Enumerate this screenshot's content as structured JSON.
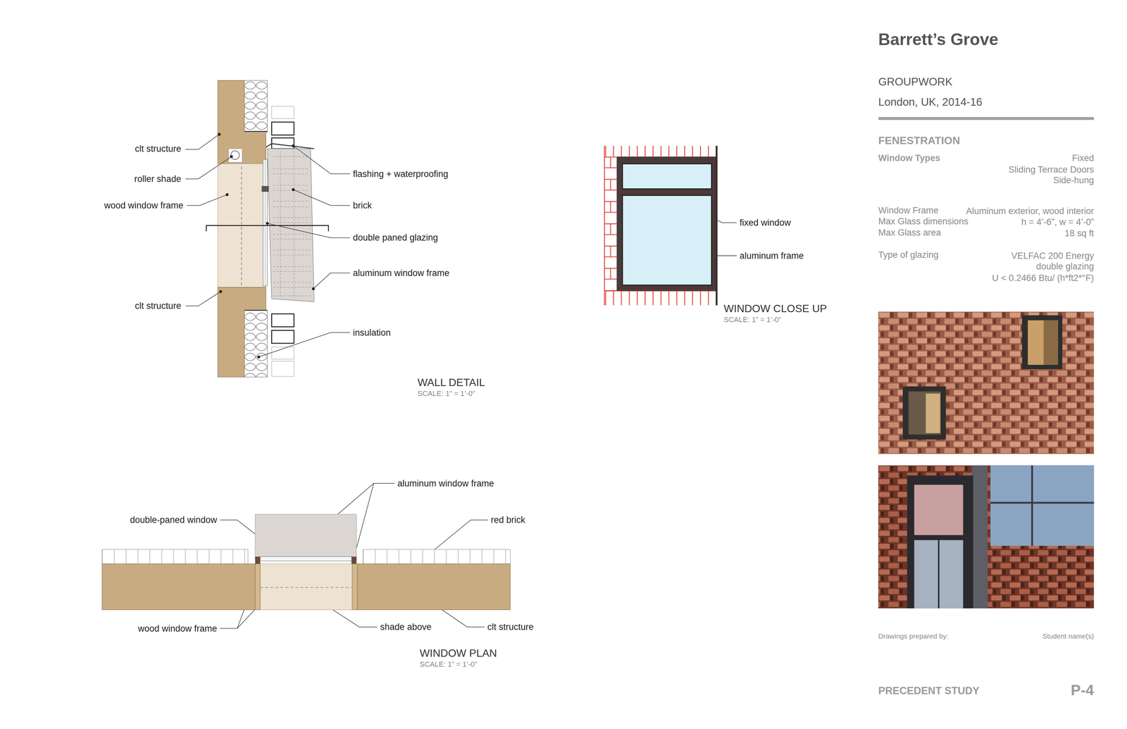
{
  "diagram": {
    "title": "Barrett’s Grove",
    "labels": [
      "clt structure",
      "roller shade",
      "wood window frame",
      "clt structure",
      "flashing + waterproofing",
      "brick",
      "double paned glazing",
      "aluminum window frame",
      "insulation",
      "WALL DETAIL",
      "SCALE: 1” = 1’-0”",
      "fixed window",
      "aluminum frame",
      "WINDOW CLOSE UP",
      "SCALE: 1” = 1’-0”",
      "aluminum window frame",
      "double-paned window",
      "red brick",
      "wood window frame",
      "shade above",
      "clt structure",
      "WINDOW PLAN",
      "SCALE: 1” = 1’-0”",
      "GROUPWORK",
      "London, UK, 2014-16",
      "FENESTRATION",
      "Window Types",
      "Fixed",
      "Sliding Terrace Doors",
      "Side-hung",
      "Window Frame",
      "Aluminum exterior, wood interior",
      "Max Glass dimensions",
      "h = 4’-6”, w = 4’-0”",
      "Max Glass area",
      "18 sq ft",
      "Type of glazing",
      "VELFAC 200 Energy",
      "double glazing",
      "U < 0.2466 Btu/ (h*ft2*°F)",
      "Drawings prepared by:",
      "Student name(s)",
      "PRECEDENT STUDY",
      "P-4"
    ]
  }
}
